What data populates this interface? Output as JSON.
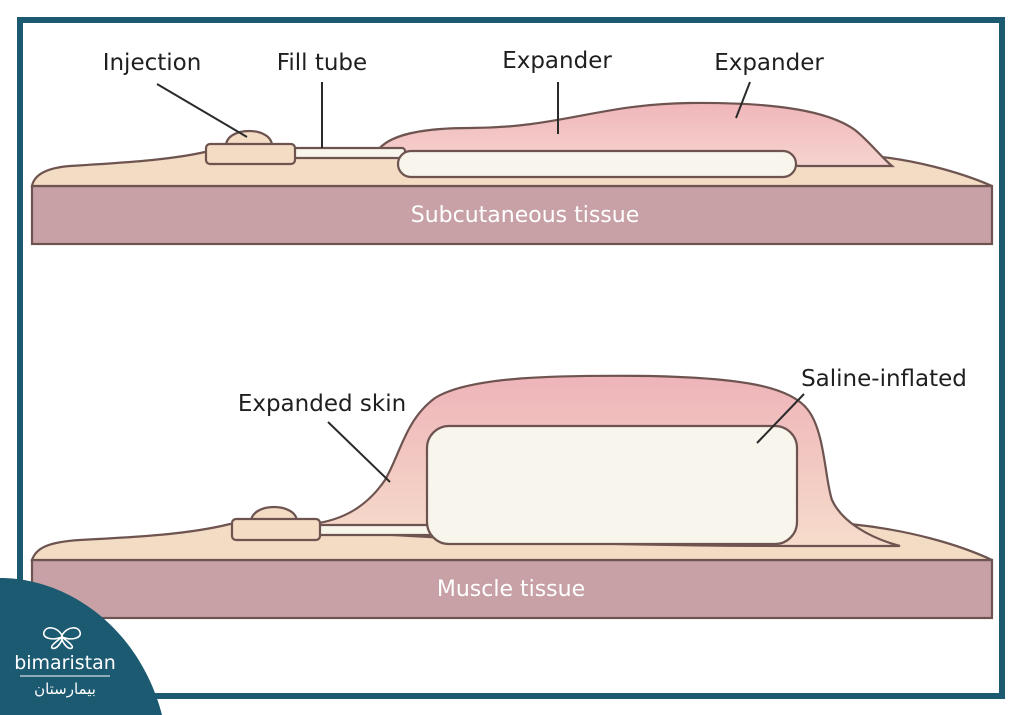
{
  "colors": {
    "frame": "#1c5a72",
    "tissue_band": "#c7a1a6",
    "skin": "#f3dcc4",
    "expander_pink": "#efb9bd",
    "saline_white": "#f8f5ec",
    "outline": "#6e5450",
    "logo_bg": "#1c5a72"
  },
  "top_panel": {
    "labels": {
      "injection": "Injection",
      "fill_tube": "Fill tube",
      "expander_1": "Expander",
      "expander_2": "Expander"
    },
    "tissue_label": "Subcutaneous tissue"
  },
  "bottom_panel": {
    "labels": {
      "expanded_skin": "Expanded skin",
      "saline_inflated": "Saline-inflated"
    },
    "tissue_label": "Muscle tissue"
  },
  "logo": {
    "icon": "butterfly-icon",
    "name": "bimaristan",
    "name_arabic": "بيمارستان"
  }
}
